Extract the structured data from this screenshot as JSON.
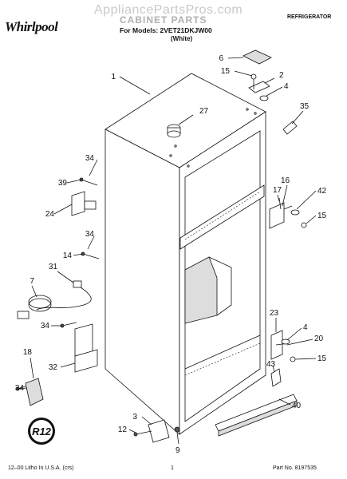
{
  "header": {
    "brand": "Whirlpool",
    "watermark": "AppliancePartsPros.com",
    "title": "CABINET PARTS",
    "models_line": "For Models: 2VET21DKJW00",
    "variant": "(White)",
    "category": "REFRIGERATOR"
  },
  "badge": {
    "text": "R12"
  },
  "callouts": [
    "1",
    "2",
    "3",
    "4",
    "4",
    "6",
    "7",
    "9",
    "12",
    "14",
    "15",
    "15",
    "15",
    "16",
    "17",
    "18",
    "20",
    "23",
    "24",
    "27",
    "31",
    "32",
    "34",
    "34",
    "34",
    "34",
    "35",
    "39",
    "40",
    "42",
    "43"
  ],
  "footer": {
    "left": "12–00 Litho In U.S.A. (crs)",
    "page": "1",
    "part": "Part No. 8197535"
  }
}
